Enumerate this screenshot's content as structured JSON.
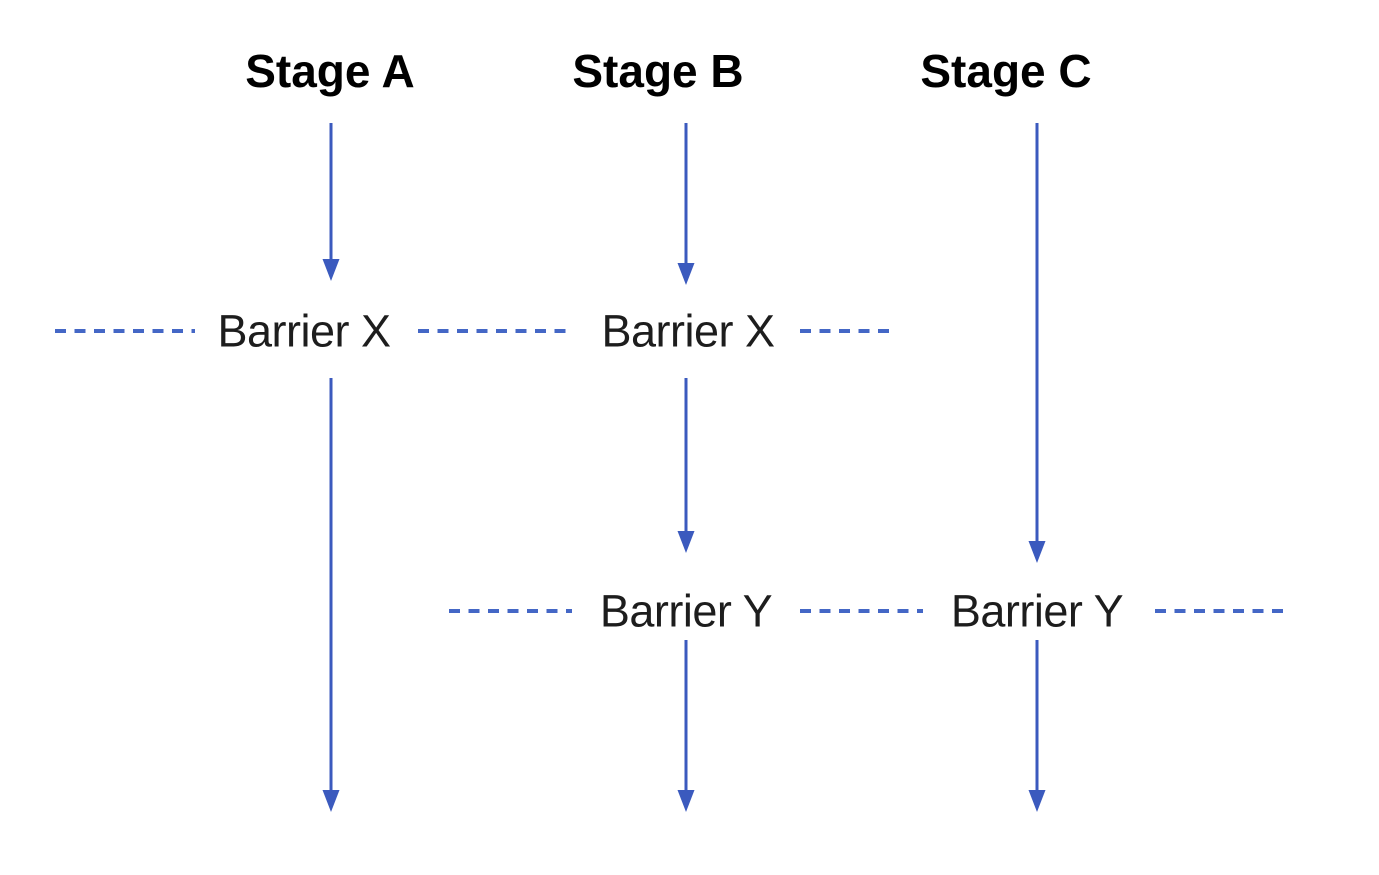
{
  "colors": {
    "background": "#ffffff",
    "arrow": "#3B5ABE",
    "dash": "#4467C6",
    "stage_title": "#000000",
    "barrier_label": "#1d1d1d"
  },
  "stages": [
    {
      "label": "Stage A"
    },
    {
      "label": "Stage B"
    },
    {
      "label": "Stage C"
    }
  ],
  "barrier_labels": [
    {
      "text": "Barrier X"
    },
    {
      "text": "Barrier X"
    },
    {
      "text": "Barrier Y"
    },
    {
      "text": "Barrier Y"
    }
  ]
}
